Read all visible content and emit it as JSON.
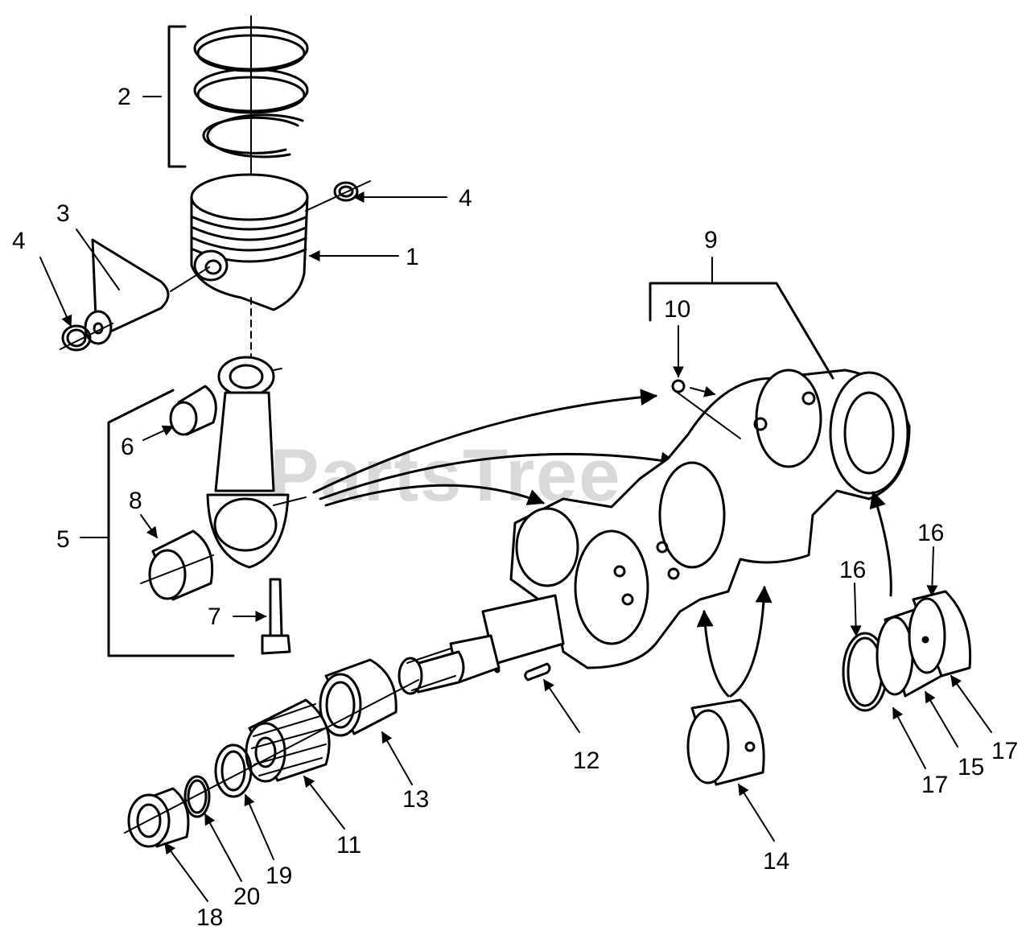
{
  "watermark": {
    "text": "PartsTree",
    "mark": "™"
  },
  "labels": {
    "l1": "1",
    "l2": "2",
    "l3": "3",
    "l4a": "4",
    "l4b": "4",
    "l5": "5",
    "l6": "6",
    "l7": "7",
    "l8": "8",
    "l9": "9",
    "l10": "10",
    "l11": "11",
    "l12": "12",
    "l13": "13",
    "l14": "14",
    "l15": "15",
    "l16a": "16",
    "l16b": "16",
    "l17a": "17",
    "l17b": "17",
    "l18": "18",
    "l19": "19",
    "l20": "20"
  }
}
